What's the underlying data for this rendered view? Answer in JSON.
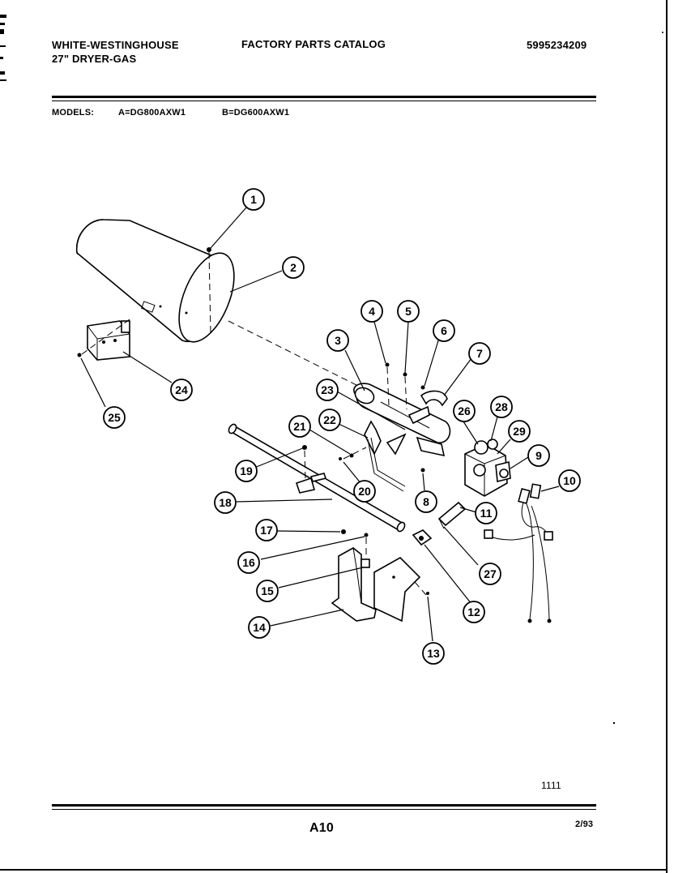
{
  "header": {
    "brand": "WHITE-WESTINGHOUSE",
    "subtitle": "27\" DRYER-GAS",
    "catalog_title": "FACTORY PARTS CATALOG",
    "catalog_number": "5995234209"
  },
  "models": {
    "label": "MODELS:",
    "model_a": "A=DG800AXW1",
    "model_b": "B=DG600AXW1"
  },
  "diagram": {
    "callouts": [
      {
        "id": "1"
      },
      {
        "id": "2"
      },
      {
        "id": "3"
      },
      {
        "id": "4"
      },
      {
        "id": "5"
      },
      {
        "id": "6"
      },
      {
        "id": "7"
      },
      {
        "id": "8"
      },
      {
        "id": "9"
      },
      {
        "id": "10"
      },
      {
        "id": "11"
      },
      {
        "id": "12"
      },
      {
        "id": "13"
      },
      {
        "id": "14"
      },
      {
        "id": "15"
      },
      {
        "id": "16"
      },
      {
        "id": "17"
      },
      {
        "id": "18"
      },
      {
        "id": "19"
      },
      {
        "id": "20"
      },
      {
        "id": "21"
      },
      {
        "id": "22"
      },
      {
        "id": "23"
      },
      {
        "id": "24"
      },
      {
        "id": "25"
      },
      {
        "id": "26"
      },
      {
        "id": "27"
      },
      {
        "id": "28"
      },
      {
        "id": "29"
      }
    ]
  },
  "footer": {
    "code": "1111",
    "page": "A10",
    "date": "2/93"
  }
}
